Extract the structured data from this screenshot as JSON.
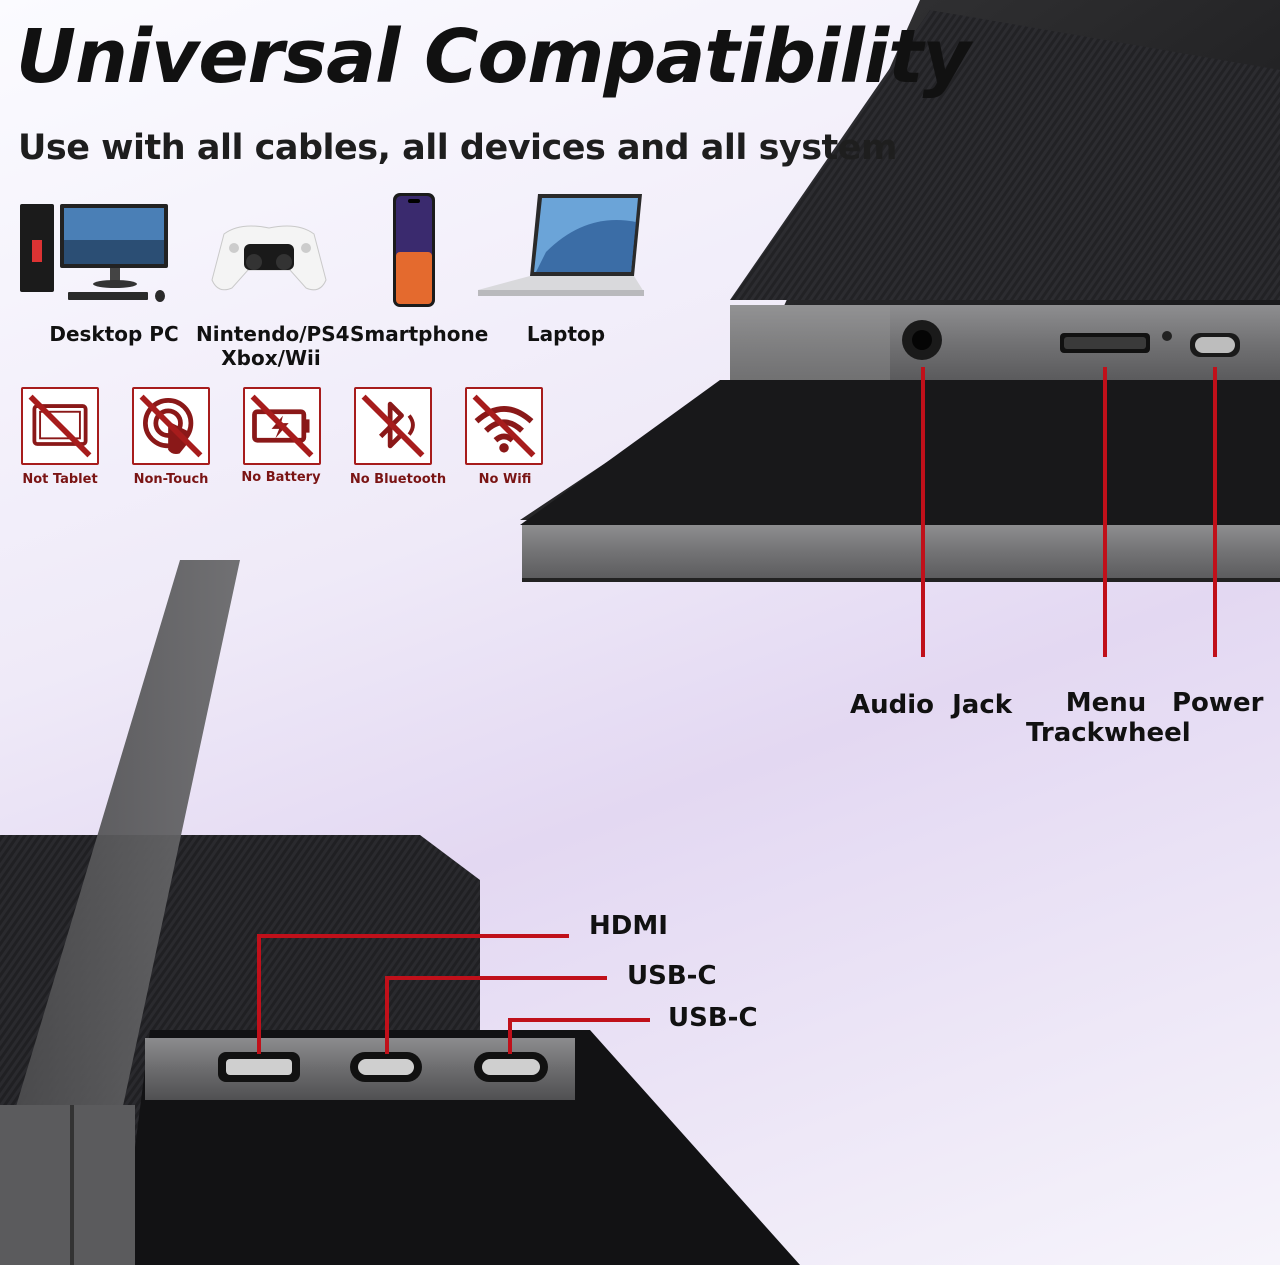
{
  "header": {
    "title": "Universal Compatibility",
    "subtitle": "Use with all cables, all devices and all system"
  },
  "devices": [
    {
      "label": "Desktop PC",
      "icon": "desktop-pc-icon"
    },
    {
      "label": "Nintendo/PS4\nXbox/Wii",
      "icon": "game-controller-icon"
    },
    {
      "label": "Smartphone",
      "icon": "smartphone-icon"
    },
    {
      "label": "Laptop",
      "icon": "laptop-icon"
    }
  ],
  "not_supported": [
    {
      "label": "Not Tablet",
      "icon": "no-tablet-icon"
    },
    {
      "label": "Non-Touch",
      "icon": "no-touch-icon"
    },
    {
      "label": "No Battery",
      "icon": "no-battery-icon"
    },
    {
      "label": "No Bluetooth",
      "icon": "no-bluetooth-icon"
    },
    {
      "label": "No Wifi",
      "icon": "no-wifi-icon"
    }
  ],
  "ports_right": {
    "audio": "Audio  Jack",
    "menu": "Menu\nTrackwheel",
    "power": "Power"
  },
  "ports_bottom": {
    "hdmi": "HDMI",
    "usbc1": "USB-C",
    "usbc2": "USB-C"
  },
  "colors": {
    "accent": "#c0101a",
    "warning_border": "#a71c1c",
    "monitor_body": "#1d1d1f",
    "metal_edge": "#6e6e70"
  }
}
